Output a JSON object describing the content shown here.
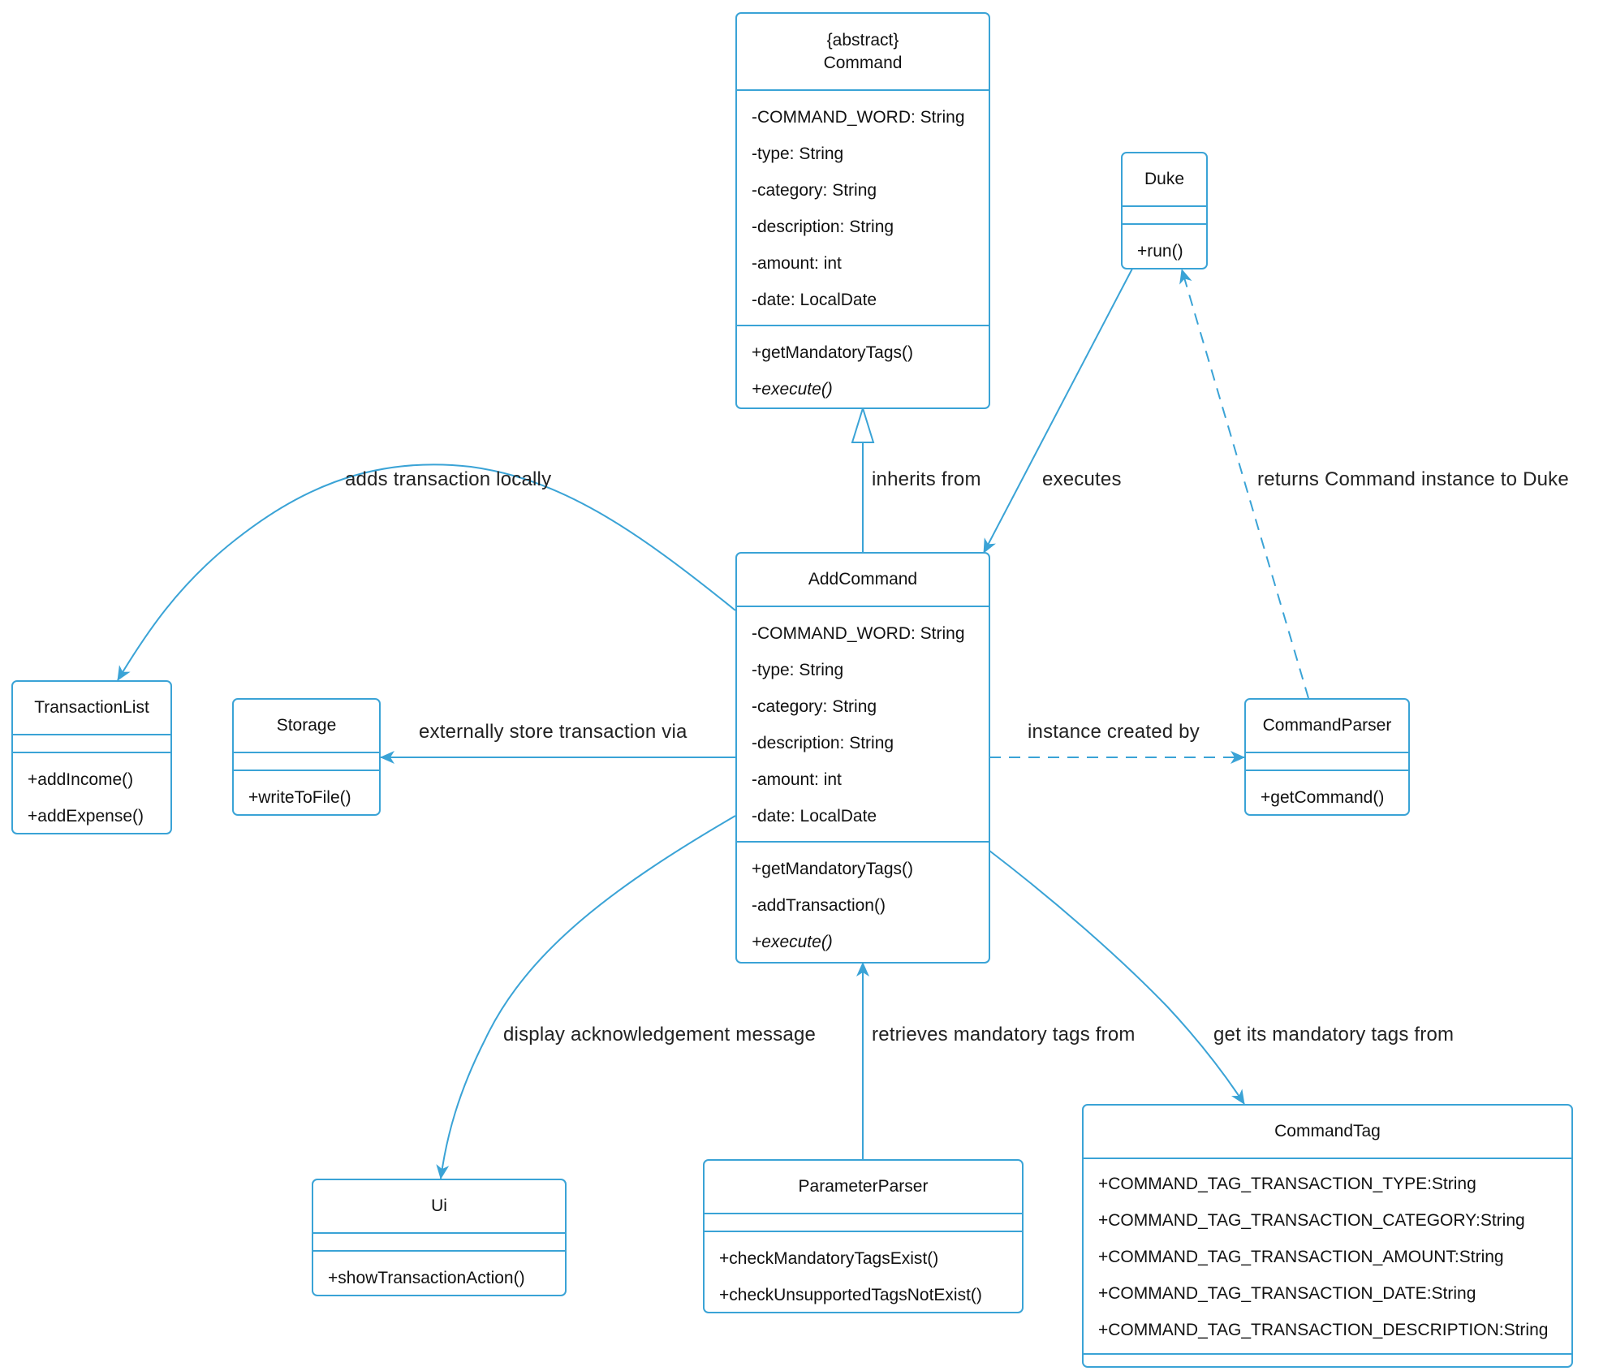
{
  "classes": {
    "command": {
      "stereotype": "{abstract}",
      "name": "Command",
      "attributes": [
        "-COMMAND_WORD: String",
        "-type: String",
        "-category: String",
        "-description: String",
        "-amount: int",
        "-date: LocalDate"
      ],
      "methods": [
        "+getMandatoryTags()",
        "+execute()"
      ]
    },
    "duke": {
      "name": "Duke",
      "methods": [
        "+run()"
      ]
    },
    "add_command": {
      "name": "AddCommand",
      "attributes": [
        "-COMMAND_WORD: String",
        "-type: String",
        "-category: String",
        "-description: String",
        "-amount: int",
        "-date: LocalDate"
      ],
      "methods": [
        "+getMandatoryTags()",
        "-addTransaction()",
        "+execute()"
      ]
    },
    "transaction_list": {
      "name": "TransactionList",
      "methods": [
        "+addIncome()",
        "+addExpense()"
      ]
    },
    "storage": {
      "name": "Storage",
      "methods": [
        "+writeToFile()"
      ]
    },
    "command_parser": {
      "name": "CommandParser",
      "methods": [
        "+getCommand()"
      ]
    },
    "ui": {
      "name": "Ui",
      "methods": [
        "+showTransactionAction()"
      ]
    },
    "parameter_parser": {
      "name": "ParameterParser",
      "methods": [
        "+checkMandatoryTagsExist()",
        "+checkUnsupportedTagsNotExist()"
      ]
    },
    "command_tag": {
      "name": "CommandTag",
      "attributes": [
        "+COMMAND_TAG_TRANSACTION_TYPE:String",
        "+COMMAND_TAG_TRANSACTION_CATEGORY:String",
        "+COMMAND_TAG_TRANSACTION_AMOUNT:String",
        "+COMMAND_TAG_TRANSACTION_DATE:String",
        "+COMMAND_TAG_TRANSACTION_DESCRIPTION:String"
      ]
    }
  },
  "relations": {
    "inherits": "inherits from",
    "executes": "executes",
    "returns": "returns Command instance to Duke",
    "adds": "adds transaction locally",
    "stores": "externally store transaction via",
    "created": "instance created by",
    "display": "display acknowledgement message",
    "retrieves": "retrieves mandatory tags from",
    "gettags": "get its mandatory tags from"
  },
  "colors": {
    "stroke": "#3aa3d6",
    "text": "#111111"
  }
}
